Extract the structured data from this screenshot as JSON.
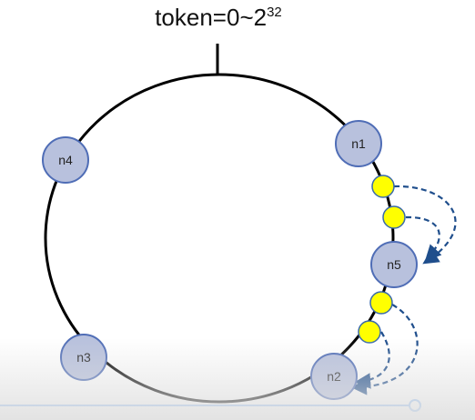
{
  "title": {
    "base": "token=0~2",
    "exponent": "32"
  },
  "nodes": [
    {
      "id": "n1",
      "label": "n1"
    },
    {
      "id": "n4",
      "label": "n4"
    },
    {
      "id": "n5",
      "label": "n5"
    },
    {
      "id": "n3",
      "label": "n3"
    },
    {
      "id": "n2",
      "label": "n2"
    }
  ],
  "colors": {
    "ring": "#000000",
    "node_fill": "#b8c1dd",
    "node_stroke": "#4f6db6",
    "token_fill": "#ffff00",
    "token_stroke": "#3a6aaa",
    "arrow": "#1f4e8c"
  }
}
